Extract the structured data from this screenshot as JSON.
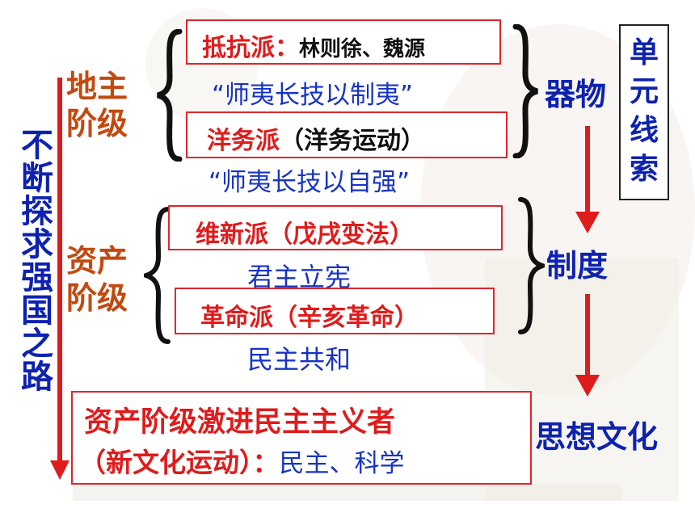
{
  "colors": {
    "red": "#e01b1b",
    "blue": "#1733c4",
    "brown": "#c24a10",
    "black": "#111111",
    "box_border": "#e0262a"
  },
  "left_vertical": {
    "chars": [
      "不",
      "断",
      "探",
      "求",
      "强",
      "国",
      "之",
      "路"
    ]
  },
  "classes": {
    "landlord": [
      "地主",
      "阶级"
    ],
    "bourgeois": [
      "资产",
      "阶级"
    ]
  },
  "boxes": {
    "resist": {
      "label": "抵抗派：",
      "detail": "林则徐、魏源"
    },
    "foreign_affairs": {
      "label": "洋务派",
      "detail": "（洋务运动）"
    },
    "reform": {
      "label": "维新派（戊戌变法）"
    },
    "revolution": {
      "label": "革命派（辛亥革命）"
    },
    "radical": {
      "line1": "资产阶级激进民主主义者",
      "line2": "（新文化运动）",
      "colon": "：",
      "slogan": "民主、科学"
    }
  },
  "slogans": {
    "zhiyi": "“师夷长技以制夷”",
    "ziqiang": "“师夷长技以自强”",
    "junzhu": "君主立宪",
    "minzhu": "民主共和"
  },
  "levels": {
    "qiwu": "器物",
    "zhidu": "制度",
    "sixiang": "思想文化"
  },
  "unit_clue": {
    "chars": [
      "单",
      "元",
      "线",
      "索"
    ]
  }
}
